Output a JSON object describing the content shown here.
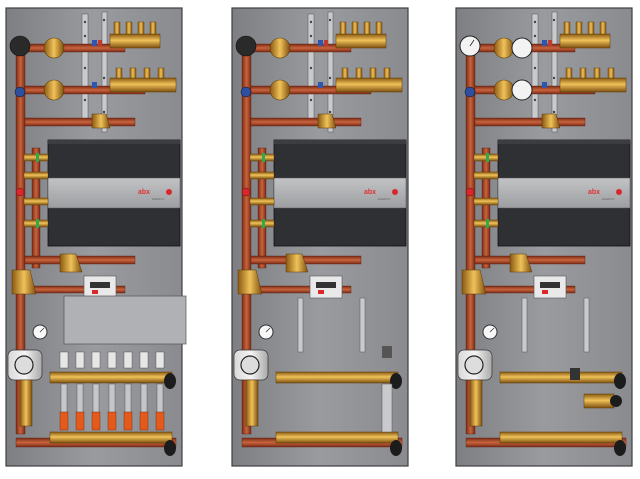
{
  "image": {
    "description_alt": "",
    "panels": [
      {
        "id": "panel-1",
        "variant": "thermostatic-manifold-cover"
      },
      {
        "id": "panel-2",
        "variant": "plain-manifold"
      },
      {
        "id": "panel-3",
        "variant": "manifold-with-gauges"
      }
    ],
    "unit_brand": "abx",
    "unit_sub": "ENERGY",
    "colors": {
      "panel_bg": "#8e8f93",
      "panel_edge": "#4b4c50",
      "copper": "#b4502e",
      "brass": "#c9902c",
      "unit_dark": "#2f3033",
      "unit_mid": "#a7a8aa",
      "accent_red": "#d8282b"
    }
  }
}
